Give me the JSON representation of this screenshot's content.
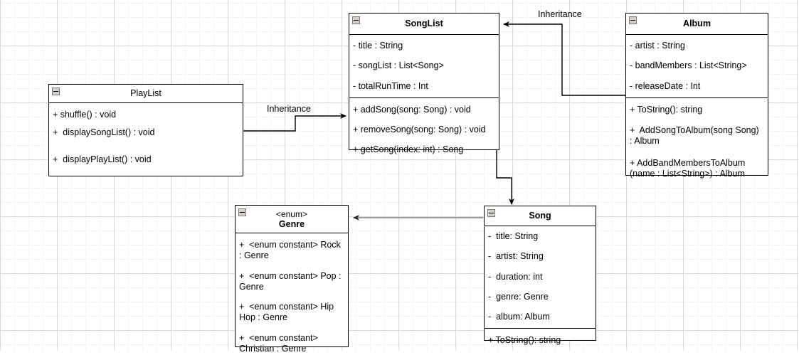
{
  "diagram": {
    "title": "Music Library UML Class Diagram",
    "background": "#ffffff",
    "grid_minor_color": "#f2f2f2",
    "grid_major_color": "#d9d9d9",
    "line_color": "#000000",
    "secondary_line_color": "#7f7f7f"
  },
  "classes": {
    "playlist": {
      "name": "PlayList",
      "collapse_icon": "collapse-minus-icon",
      "attributes": [],
      "methods": [
        "+ shuffle() : void",
        "+  displaySongList() : void",
        "+  displayPlayList() : void"
      ]
    },
    "songlist": {
      "name": "SongList",
      "collapse_icon": "collapse-minus-icon",
      "attributes": [
        "- title : String",
        "- songList : List<Song>",
        "- totalRunTime : Int"
      ],
      "methods": [
        "+ addSong(song: Song) : void",
        "+ removeSong(song: Song) : void",
        "+ getSong(index: int) : Song"
      ]
    },
    "album": {
      "name": "Album",
      "collapse_icon": "collapse-minus-icon",
      "attributes": [
        "- artist : String",
        "- bandMembers : List<String>",
        "- releaseDate : Int"
      ],
      "methods": [
        "+ ToString(): string",
        "+  AddSongToAlbum(song Song) : Album",
        "+ AddBandMembersToAlbum\n(name : List<String>) : Album"
      ]
    },
    "genre": {
      "stereotype": "<enum>",
      "name": "Genre",
      "collapse_icon": "collapse-minus-icon",
      "attributes": [
        "+  <enum constant> Rock : Genre",
        "+  <enum constant> Pop : Genre",
        "+  <enum constant> Hip Hop : Genre",
        "+  <enum constant>\nChristian : Genre"
      ],
      "methods": []
    },
    "song": {
      "name": "Song",
      "collapse_icon": "collapse-minus-icon",
      "attributes": [
        "-  title: String",
        "-  artist: String",
        "-  duration: int",
        "-  genre: Genre",
        "-  album: Album"
      ],
      "methods": [
        "+ ToString(): string"
      ]
    }
  },
  "relationships": [
    {
      "id": "album-to-songlist",
      "label": "Inheritance",
      "from": "album",
      "to": "songlist",
      "color": "#000000"
    },
    {
      "id": "playlist-to-songlist",
      "label": "Inheritance",
      "from": "playlist",
      "to": "songlist",
      "color": "#000000"
    },
    {
      "id": "songlist-to-song",
      "label": "",
      "from": "songlist",
      "to": "song",
      "color": "#000000"
    },
    {
      "id": "song-to-genre",
      "label": "",
      "from": "song",
      "to": "genre",
      "color": "#7f7f7f"
    }
  ]
}
